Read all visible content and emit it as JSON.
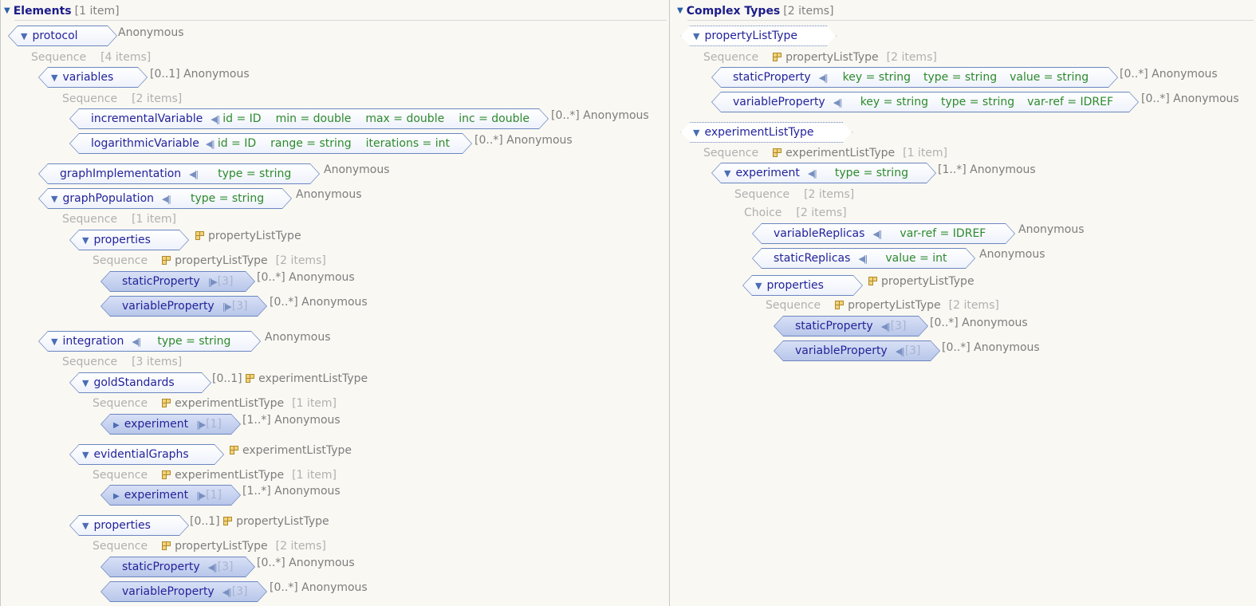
{
  "left": {
    "title": "Elements",
    "count": "[1 item]",
    "protocol": {
      "label": "protocol",
      "after": "Anonymous"
    },
    "protocol_seq": {
      "label": "Sequence",
      "count": "[4 items]"
    },
    "variables": {
      "label": "variables",
      "after": "[0..1] Anonymous"
    },
    "variables_seq": {
      "label": "Sequence",
      "count": "[2 items]"
    },
    "incrementalVariable": {
      "label": "incrementalVariable",
      "attrs": [
        "id = ID",
        "min = double",
        "max = double",
        "inc = double"
      ],
      "after": "[0..*] Anonymous"
    },
    "logarithmicVariable": {
      "label": "logarithmicVariable",
      "attrs": [
        "id = ID",
        "range = string",
        "iterations = int"
      ],
      "after": "[0..*] Anonymous"
    },
    "graphImplementation": {
      "label": "graphImplementation",
      "attrs": [
        "type = string"
      ],
      "after": "Anonymous"
    },
    "graphPopulation": {
      "label": "graphPopulation",
      "attrs": [
        "type = string"
      ],
      "after": "Anonymous"
    },
    "graphPopulation_seq": {
      "label": "Sequence",
      "count": "[1 item]"
    },
    "properties1": {
      "label": "properties",
      "type": "propertyListType"
    },
    "properties1_seq": {
      "label": "Sequence",
      "type": "propertyListType",
      "count": "[2 items]"
    },
    "staticProperty1": {
      "label": "staticProperty",
      "refcount": "[3]",
      "after": "[0..*] Anonymous"
    },
    "variableProperty1": {
      "label": "variableProperty",
      "refcount": "[3]",
      "after": "[0..*] Anonymous"
    },
    "integration": {
      "label": "integration",
      "attrs": [
        "type = string"
      ],
      "after": "Anonymous"
    },
    "integration_seq": {
      "label": "Sequence",
      "count": "[3 items]"
    },
    "goldStandards": {
      "label": "goldStandards",
      "after": "[0..1]",
      "type": "experimentListType"
    },
    "goldStandards_seq": {
      "label": "Sequence",
      "type": "experimentListType",
      "count": "[1 item]"
    },
    "experiment1": {
      "label": "experiment",
      "refcount": "[1]",
      "after": "[1..*] Anonymous"
    },
    "evidentialGraphs": {
      "label": "evidentialGraphs",
      "type": "experimentListType"
    },
    "evidentialGraphs_seq": {
      "label": "Sequence",
      "type": "experimentListType",
      "count": "[1 item]"
    },
    "experiment2": {
      "label": "experiment",
      "refcount": "[1]",
      "after": "[1..*] Anonymous"
    },
    "properties2": {
      "label": "properties",
      "after": "[0..1]",
      "type": "propertyListType"
    },
    "properties2_seq": {
      "label": "Sequence",
      "type": "propertyListType",
      "count": "[2 items]"
    },
    "staticProperty2": {
      "label": "staticProperty",
      "refcount": "[3]",
      "after": "[0..*] Anonymous"
    },
    "variableProperty2": {
      "label": "variableProperty",
      "refcount": "[3]",
      "after": "[0..*] Anonymous"
    }
  },
  "right": {
    "title": "Complex Types",
    "count": "[2 items]",
    "propertyListType": {
      "label": "propertyListType"
    },
    "plt_seq": {
      "label": "Sequence",
      "type": "propertyListType",
      "count": "[2 items]"
    },
    "staticProperty": {
      "label": "staticProperty",
      "attrs": [
        "key = string",
        "type = string",
        "value = string"
      ],
      "after": "[0..*] Anonymous"
    },
    "variableProperty": {
      "label": "variableProperty",
      "attrs": [
        "key = string",
        "type = string",
        "var-ref = IDREF"
      ],
      "after": "[0..*] Anonymous"
    },
    "experimentListType": {
      "label": "experimentListType"
    },
    "elt_seq": {
      "label": "Sequence",
      "type": "experimentListType",
      "count": "[1 item]"
    },
    "experiment": {
      "label": "experiment",
      "attrs": [
        "type = string"
      ],
      "after": "[1..*] Anonymous"
    },
    "experiment_seq": {
      "label": "Sequence",
      "count": "[2 items]"
    },
    "experiment_choice": {
      "label": "Choice",
      "count": "[2 items]"
    },
    "variableReplicas": {
      "label": "variableReplicas",
      "attrs": [
        "var-ref = IDREF"
      ],
      "after": "Anonymous"
    },
    "staticReplicas": {
      "label": "staticReplicas",
      "attrs": [
        "value = int"
      ],
      "after": "Anonymous"
    },
    "properties": {
      "label": "properties",
      "type": "propertyListType"
    },
    "properties_seq": {
      "label": "Sequence",
      "type": "propertyListType",
      "count": "[2 items]"
    },
    "staticProperty2": {
      "label": "staticProperty",
      "refcount": "[3]",
      "after": "[0..*] Anonymous"
    },
    "variableProperty2": {
      "label": "variableProperty",
      "refcount": "[3]",
      "after": "[0..*] Anonymous"
    }
  }
}
